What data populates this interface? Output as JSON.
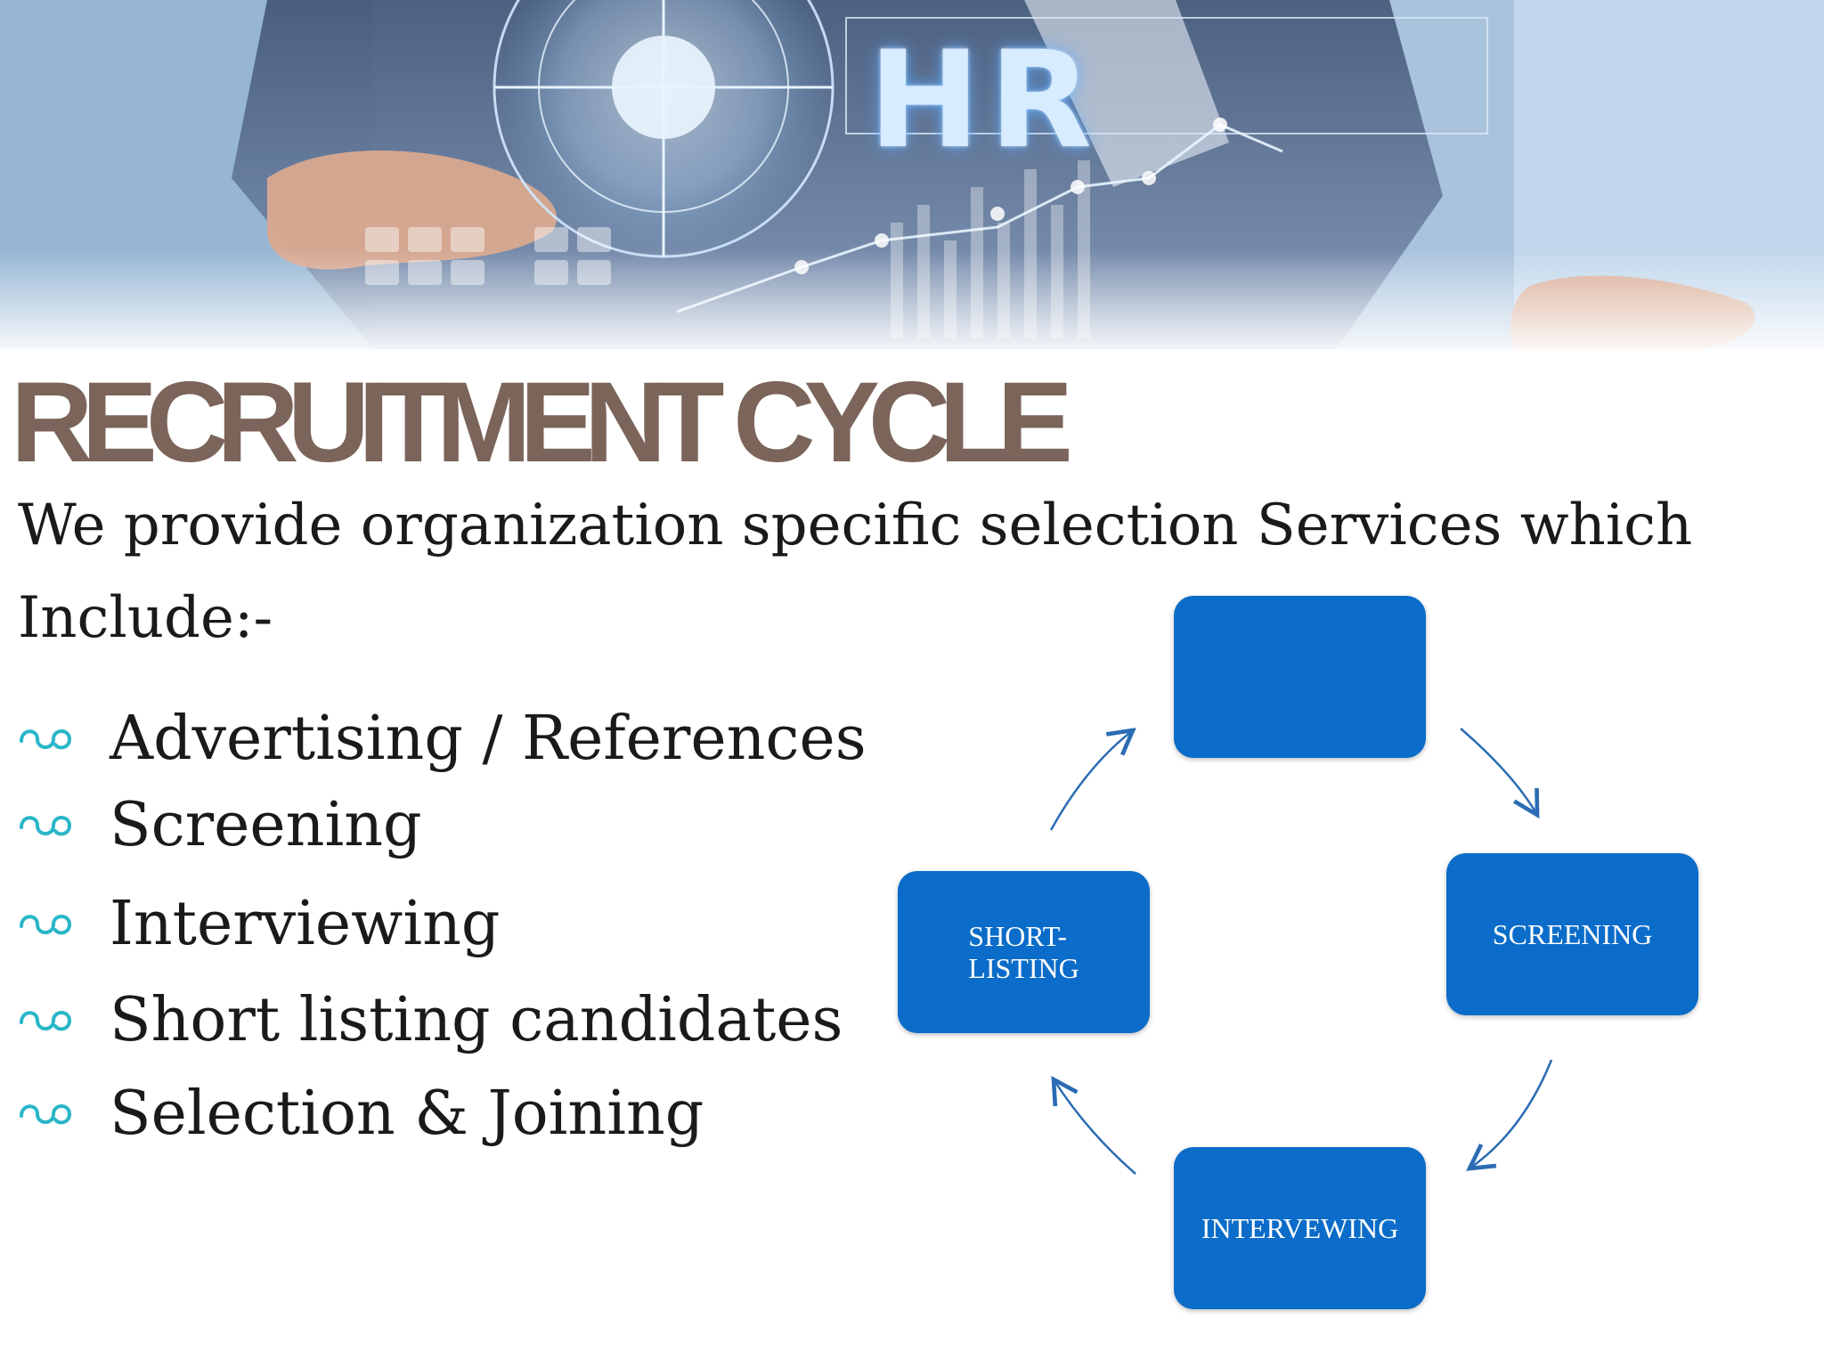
{
  "banner": {
    "logo_text": "HR"
  },
  "title": "RECRUITMENT CYCLE",
  "intro": "We provide organization specific selection Services which Include:-",
  "services": [
    "Advertising / References",
    "Screening",
    "Interviewing",
    "Short listing candidates",
    "Selection & Joining"
  ],
  "bullet_icon": "curly-loop-bullet-icon",
  "cycle": {
    "steps": [
      {
        "label": ""
      },
      {
        "label": "SCREENING"
      },
      {
        "label": "INTERVEWING"
      },
      {
        "label": "SHORT-\nLISTING"
      }
    ],
    "box_color": "#0b6cc9",
    "arrow_color": "#2b6cb3"
  },
  "colors": {
    "title": "#7b6459",
    "bullet": "#29b6c8",
    "text": "#1a1a1a"
  }
}
